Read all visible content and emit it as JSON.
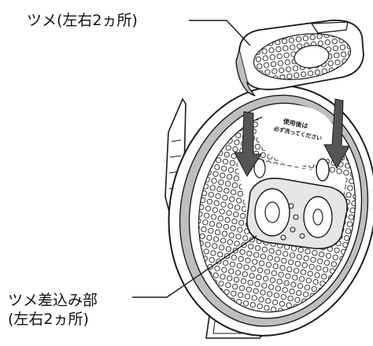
{
  "callouts": {
    "claw": "ツメ(左右2ヵ所)",
    "claw_slot_line1": "ツメ差込み部",
    "claw_slot_line2": "(左右2ヵ所)"
  },
  "lid_notice": {
    "line1": "使用後は",
    "line2": "必ず洗ってください"
  },
  "colors": {
    "line": "#1a1a1a",
    "rim_shade": "#bfbfbf",
    "insert_shade": "#e6e6e6",
    "arrow": "#555555"
  }
}
